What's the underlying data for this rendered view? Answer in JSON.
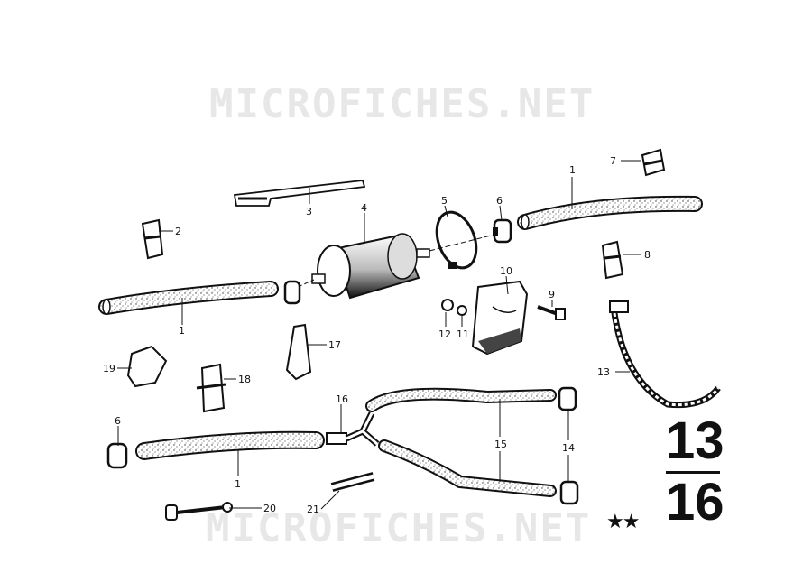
{
  "watermark": "MICROFICHES.NET",
  "page_number": {
    "top": "13",
    "bottom": "16"
  },
  "stars": "★★",
  "callouts": [
    {
      "id": "7",
      "label": "7"
    },
    {
      "id": "1a",
      "label": "1"
    },
    {
      "id": "2",
      "label": "2"
    },
    {
      "id": "3",
      "label": "3"
    },
    {
      "id": "4",
      "label": "4"
    },
    {
      "id": "5",
      "label": "5"
    },
    {
      "id": "6a",
      "label": "6"
    },
    {
      "id": "8",
      "label": "8"
    },
    {
      "id": "10",
      "label": "10"
    },
    {
      "id": "9",
      "label": "9"
    },
    {
      "id": "12",
      "label": "12"
    },
    {
      "id": "11",
      "label": "11"
    },
    {
      "id": "1b",
      "label": "1"
    },
    {
      "id": "17",
      "label": "17"
    },
    {
      "id": "19",
      "label": "19"
    },
    {
      "id": "18",
      "label": "18"
    },
    {
      "id": "13",
      "label": "13"
    },
    {
      "id": "16",
      "label": "16"
    },
    {
      "id": "6b",
      "label": "6"
    },
    {
      "id": "15",
      "label": "15"
    },
    {
      "id": "14",
      "label": "14"
    },
    {
      "id": "1c",
      "label": "1"
    },
    {
      "id": "20",
      "label": "20"
    },
    {
      "id": "21",
      "label": "21"
    }
  ]
}
